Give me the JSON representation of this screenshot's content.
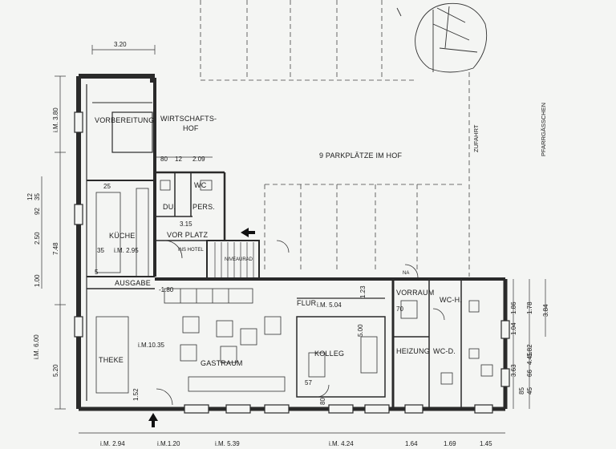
{
  "rooms": {
    "vorbereitung": "VORBEREITUNG",
    "wirtschafts_1": "WIRTSCHAFTS-",
    "wirtschafts_2": "HOF",
    "parkplaetze": "9  PARKPLÄTZE  IM  HOF",
    "zufahrt": "ZUFAHRT",
    "pfarrgaesschen": "PFARRGÄSSCHEN",
    "wc": "WC",
    "du": "DU.",
    "pers": "PERS.",
    "kueche": "KÜCHE",
    "vorplatz": "VOR PLATZ",
    "ins_hotel": "INS HOTEL",
    "niveau": "NIVEAURAD",
    "ausgabe": "AUSGABE",
    "flur": "FLUR",
    "vorraum": "VORRAUM",
    "na": "NA",
    "wc_h": "WC-H.",
    "wc_d": "WC-D.",
    "heizung": "HEIZUNG",
    "kolleg": "KOLLEG",
    "gastraum": "GASTRAUM",
    "theke": "THEKE"
  },
  "dimensions": {
    "top_320": "3.20",
    "d80": "80",
    "d12": "12",
    "d209": "2.09",
    "d315": "3.15",
    "d295": "i.M. 2.95",
    "d35": "35",
    "d25": "25",
    "d5": "5",
    "d180": "-1.80",
    "d504": "i.M. 5.04",
    "d123": "1.23",
    "d70": "70",
    "d500": "5.00",
    "d1035": "i.M.10.35",
    "d57": "57",
    "d80b": "80",
    "d152": "1.52",
    "left_380": "i.M. 3.80",
    "left_748": "7.48",
    "left_250": "2.50",
    "left_100": "1.00",
    "left_600": "i.M. 6.00",
    "left_520": "5.20",
    "left_92": "92",
    "left_12": "12",
    "left_35": "35",
    "right_186": "1.86",
    "right_178": "1.78",
    "right_384": "3.84",
    "right_104": "1.04",
    "right_445": "4.45",
    "right_363": "3.63",
    "right_182": "1.82",
    "right_66": "66",
    "right_85": "85",
    "right_45": "45",
    "bottom_294": "i.M. 2.94",
    "bottom_120": "i.M.1.20",
    "bottom_539": "i.M. 5.39",
    "bottom_424": "i.M. 4.24",
    "bottom_164": "1.64",
    "bottom_169": "1.69",
    "bottom_145": "1.45"
  },
  "colors": {
    "ink": "#1a1a1a",
    "paper": "#f4f5f3",
    "wall": "#2a2a2a"
  }
}
